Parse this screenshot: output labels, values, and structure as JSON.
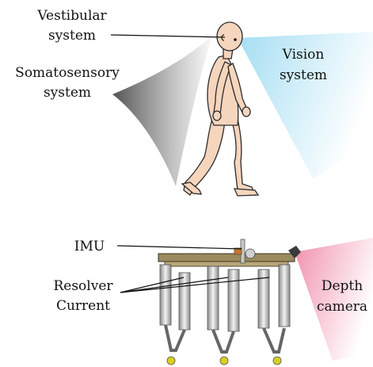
{
  "human": {
    "vestibular": {
      "line1": "Vestibular",
      "line2": "system"
    },
    "somatosensory": {
      "line1": "Somatosensory",
      "line2": "system"
    },
    "vision": {
      "line1": "Vision",
      "line2": "system"
    }
  },
  "robot": {
    "imu": "IMU",
    "resolver": "Resolver",
    "current": "Current",
    "depth": {
      "line1": "Depth",
      "line2": "camera"
    }
  },
  "colors": {
    "skin": "#f6d5bd",
    "skin_outline": "#2a2a2a",
    "vision_cone": "#9fdcf2",
    "somato_dark": "#5a5a5a",
    "depth_cone": "#f08aa8",
    "robot_frame": "#8a7a55",
    "robot_leg": "#c8c8c8",
    "robot_foot": "#d8d020"
  }
}
